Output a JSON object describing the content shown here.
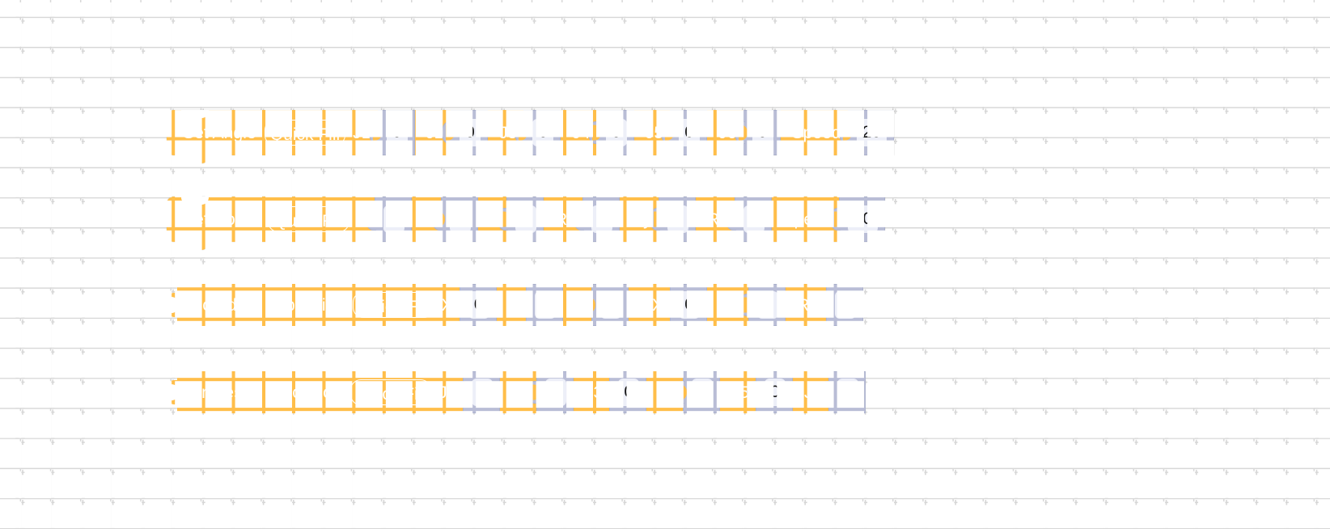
{
  "workspace": {
    "background_color": "#FFFFFF",
    "grid_dot_color": "#D7D7D7",
    "block_color": "#FFBE4A",
    "input_shell_color": "#B9BDD6",
    "input_field_color": "#EDEFF8",
    "text_color": "#FFFFFF"
  },
  "blocks": [
    {
      "id": "set-angle",
      "type": "statement",
      "title": "Set Angle",
      "button_label": "Quick Fill",
      "fields": [
        {
          "label": "J1",
          "value": "0"
        },
        {
          "label": "J2",
          "value": "0"
        },
        {
          "label": "J3",
          "value": "0"
        },
        {
          "label": "J4",
          "value": "0"
        },
        {
          "label": "J5",
          "value": "0"
        },
        {
          "label": "J6",
          "value": "0"
        },
        {
          "label": "Speed",
          "value": "20"
        }
      ]
    },
    {
      "id": "set-coord",
      "type": "statement",
      "title": "Set Coord",
      "button_label": "Quick Fill",
      "fields": [
        {
          "label": "X",
          "value": "0"
        },
        {
          "label": "Y",
          "value": "0"
        },
        {
          "label": "Z",
          "value": "0"
        },
        {
          "label": "Rx",
          "value": "0"
        },
        {
          "label": "Ry",
          "value": "0"
        },
        {
          "label": "Rz",
          "value": "0"
        },
        {
          "label": "Speed",
          "value": "20"
        }
      ]
    },
    {
      "id": "coords-is-in-position",
      "type": "output",
      "title": "Coords is in position",
      "button_label": "Quick Fill",
      "fields": [
        {
          "label": "X",
          "value": "0"
        },
        {
          "label": "Y",
          "value": "0"
        },
        {
          "label": "Z",
          "value": "0"
        },
        {
          "label": "RX",
          "value": "0"
        },
        {
          "label": "RY",
          "value": "0"
        },
        {
          "label": "RZ",
          "value": "0"
        }
      ]
    },
    {
      "id": "angles-is-in-position",
      "type": "output",
      "title": "Angles is in position",
      "button_label": "Quick Fill",
      "fields": [
        {
          "label": "J1",
          "value": "0"
        },
        {
          "label": "J2",
          "value": "0"
        },
        {
          "label": "J3",
          "value": "0"
        },
        {
          "label": "J4",
          "value": "0"
        },
        {
          "label": "J5",
          "value": "0"
        },
        {
          "label": "J6",
          "value": "0"
        }
      ]
    }
  ]
}
